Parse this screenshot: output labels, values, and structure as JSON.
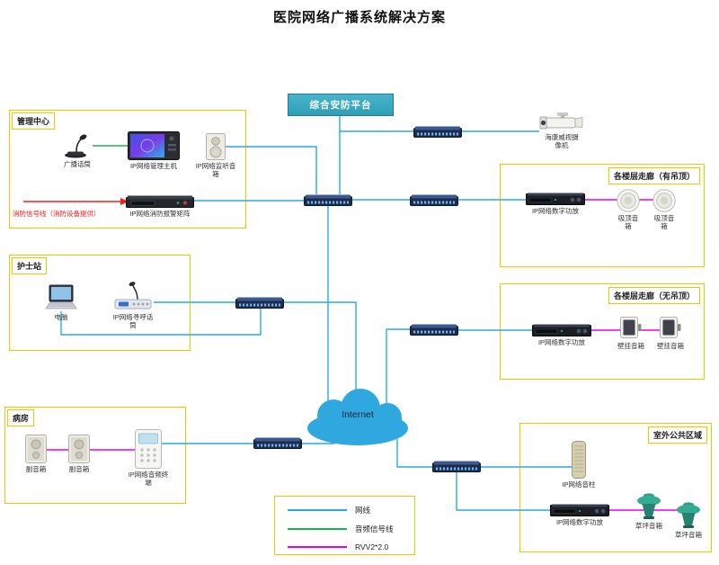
{
  "title": "医院网络广播系统解决方案",
  "platform": {
    "label": "综合安防平台"
  },
  "internet": {
    "label": "Internet"
  },
  "groups": {
    "management": {
      "label": "管理中心"
    },
    "nurse": {
      "label": "护士站"
    },
    "ward": {
      "label": "病房"
    },
    "corridor_ceiling": {
      "label": "各楼层走廊（有吊顶）"
    },
    "corridor_open": {
      "label": "各楼层走廊（无吊顶）"
    },
    "outdoor": {
      "label": "室外公共区域"
    }
  },
  "devices": {
    "broadcast_mic": {
      "label": "广播话筒"
    },
    "mgmt_host": {
      "label": "IP网络管理主机"
    },
    "monitor_speaker": {
      "label": "IP网络监听音箱"
    },
    "fire_matrix": {
      "label": "IP网络消防报警矩阵"
    },
    "laptop": {
      "label": "电脑"
    },
    "paging_mic": {
      "label": "IP网络寻呼话筒"
    },
    "ward_speaker_1": {
      "label": "副音箱"
    },
    "ward_speaker_2": {
      "label": "副音箱"
    },
    "audio_terminal": {
      "label": "IP网络音频终端"
    },
    "camera": {
      "label": "海康威视摄像机"
    },
    "amp_ceiling": {
      "label": "IP网络数字功放"
    },
    "ceiling_speaker_1": {
      "label": "吸顶音箱"
    },
    "ceiling_speaker_2": {
      "label": "吸顶音箱"
    },
    "amp_open": {
      "label": "IP网络数字功放"
    },
    "wall_speaker_1": {
      "label": "壁挂音箱"
    },
    "wall_speaker_2": {
      "label": "壁挂音箱"
    },
    "sound_column": {
      "label": "IP网络音柱"
    },
    "amp_outdoor": {
      "label": "IP网络数字功放"
    },
    "lawn_speaker_1": {
      "label": "草坪音箱"
    },
    "lawn_speaker_2": {
      "label": "草坪音箱"
    }
  },
  "notes": {
    "fire_signal": "消防信号线（消防设备提供）"
  },
  "legend": {
    "items": [
      {
        "label": "网线",
        "color": "#29ABE2",
        "key": "net"
      },
      {
        "label": "音频信号线",
        "color": "#22B14C",
        "key": "audio"
      },
      {
        "label": "RVV2*2.0",
        "color": "#E800E8",
        "key": "rvv"
      }
    ]
  },
  "colors": {
    "net": "#29ABE2",
    "audio": "#22B14C",
    "rvv": "#E800E8",
    "fire": "#FF1A1A",
    "box": "#F2C500",
    "platform": "#2E9FB8",
    "cloud": "#2FA8DF"
  }
}
